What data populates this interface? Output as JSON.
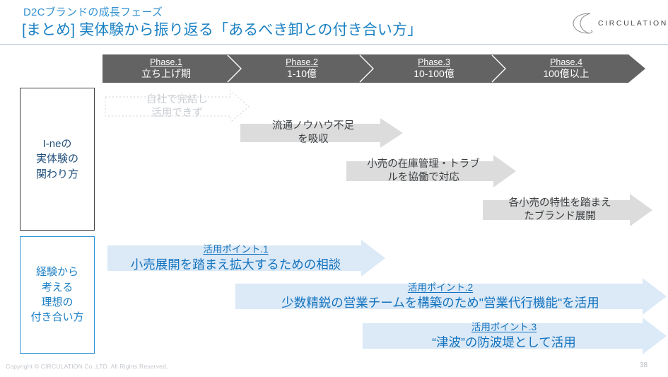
{
  "header": {
    "subtitle": "D2Cブランドの成長フェーズ",
    "title": "[まとめ] 実体験から振り返る「あるべき卸との付き合い方」",
    "logo_text": "CIRCULATION",
    "logo_icon": "circulation-c-mark",
    "accent_color": "#1b81c4",
    "rule_color": "#cfdce6"
  },
  "phase_bar": {
    "fill_color": "#636363",
    "text_color": "#ffffff",
    "phases": [
      {
        "title": "Phase.1",
        "sub": "立ち上げ期"
      },
      {
        "title": "Phase.2",
        "sub": "1-10億"
      },
      {
        "title": "Phase.3",
        "sub": "10-100億"
      },
      {
        "title": "Phase.4",
        "sub": "100億以上"
      }
    ]
  },
  "row_labels": [
    {
      "id": "experience",
      "text": "I-neの\n実体験の\n関わり方",
      "border_color": "#3f3f3f",
      "text_color": "#1f4e79"
    },
    {
      "id": "ideal",
      "text": "経験から\n考える\n理想の\n付き合い方",
      "border_color": "#2e93d6",
      "text_color": "#1b7fc4"
    }
  ],
  "experience_arrows": [
    {
      "id": "ghost",
      "style": "dotted-outline",
      "text": "自社で完結し\n活用できず",
      "text_color": "#c9cdd2",
      "stroke_color": "#d8dbe0"
    },
    {
      "id": "gray-1",
      "style": "solid-gray",
      "text": "流通ノウハウ不足\nを吸収",
      "text_color": "#3c4043",
      "fill_color": "#dcdcdc"
    },
    {
      "id": "gray-2",
      "style": "solid-gray",
      "text": "小売の在庫管理・トラブ\nルを協働で対応",
      "text_color": "#3c4043",
      "fill_color": "#dcdcdc"
    },
    {
      "id": "gray-3",
      "style": "solid-gray",
      "text": "各小売の特性を踏まえ\nたブランド展開",
      "text_color": "#3c4043",
      "fill_color": "#dcdcdc"
    }
  ],
  "ideal_arrows": [
    {
      "id": "point-1",
      "title": "活用ポイント.1",
      "body": "小売展開を踏まえ拡大するための相談",
      "fill_color": "#dce9f7",
      "text_color": "#1273bf"
    },
    {
      "id": "point-2",
      "title": "活用ポイント.2",
      "body": "少数精鋭の営業チームを構築のため\"営業代行機能\"を活用",
      "fill_color": "#dce9f7",
      "text_color": "#1273bf"
    },
    {
      "id": "point-3",
      "title": "活用ポイント.3",
      "body": "“津波”の防波堤として活用",
      "fill_color": "#dce9f7",
      "text_color": "#1273bf"
    }
  ],
  "footer": {
    "copyright": "Copyright © CIRCULATION Co.,LTD. All Rights Reserved.",
    "page_number": "38"
  }
}
